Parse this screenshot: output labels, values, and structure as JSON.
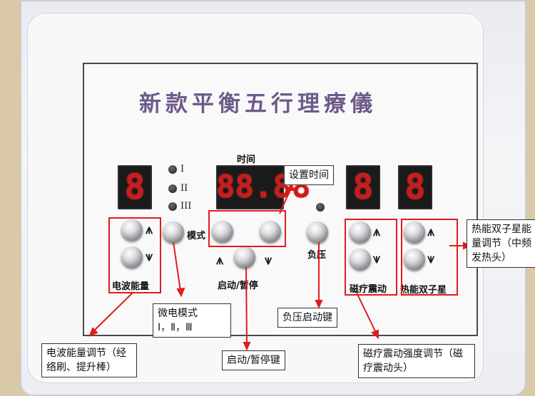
{
  "panel": {
    "title": "新款平衡五行理療儀",
    "time_label": "时间",
    "mode_roman": [
      "I",
      "II",
      "III"
    ],
    "displays": {
      "left": "8",
      "time": "88.88",
      "right1": "8",
      "right2": "8"
    },
    "labels": {
      "mode": "模式",
      "negative_pressure": "负压",
      "wave_energy": "电波能量",
      "start_pause": "启动/暂停",
      "magnetic_vibration": "磁疗震动",
      "thermal_star": "热能双子星"
    }
  },
  "callouts": {
    "set_time": "设置时间",
    "thermal": "热能双子星能量调节（中频发热头）",
    "micro_mode": "微电模式",
    "micro_mode_values": "Ⅰ，Ⅱ，Ⅲ",
    "negative_key": "负压启动键",
    "wave_energy": "电波能量调节（经络刷、提升棒）",
    "start_pause_key": "启动/暂停键",
    "magnetic": "磁疗震动强度调节（磁疗震动头）"
  },
  "colors": {
    "callout_line": "#e21c1c",
    "led_segment": "#c91c1c",
    "title": "#6d5a8a"
  }
}
